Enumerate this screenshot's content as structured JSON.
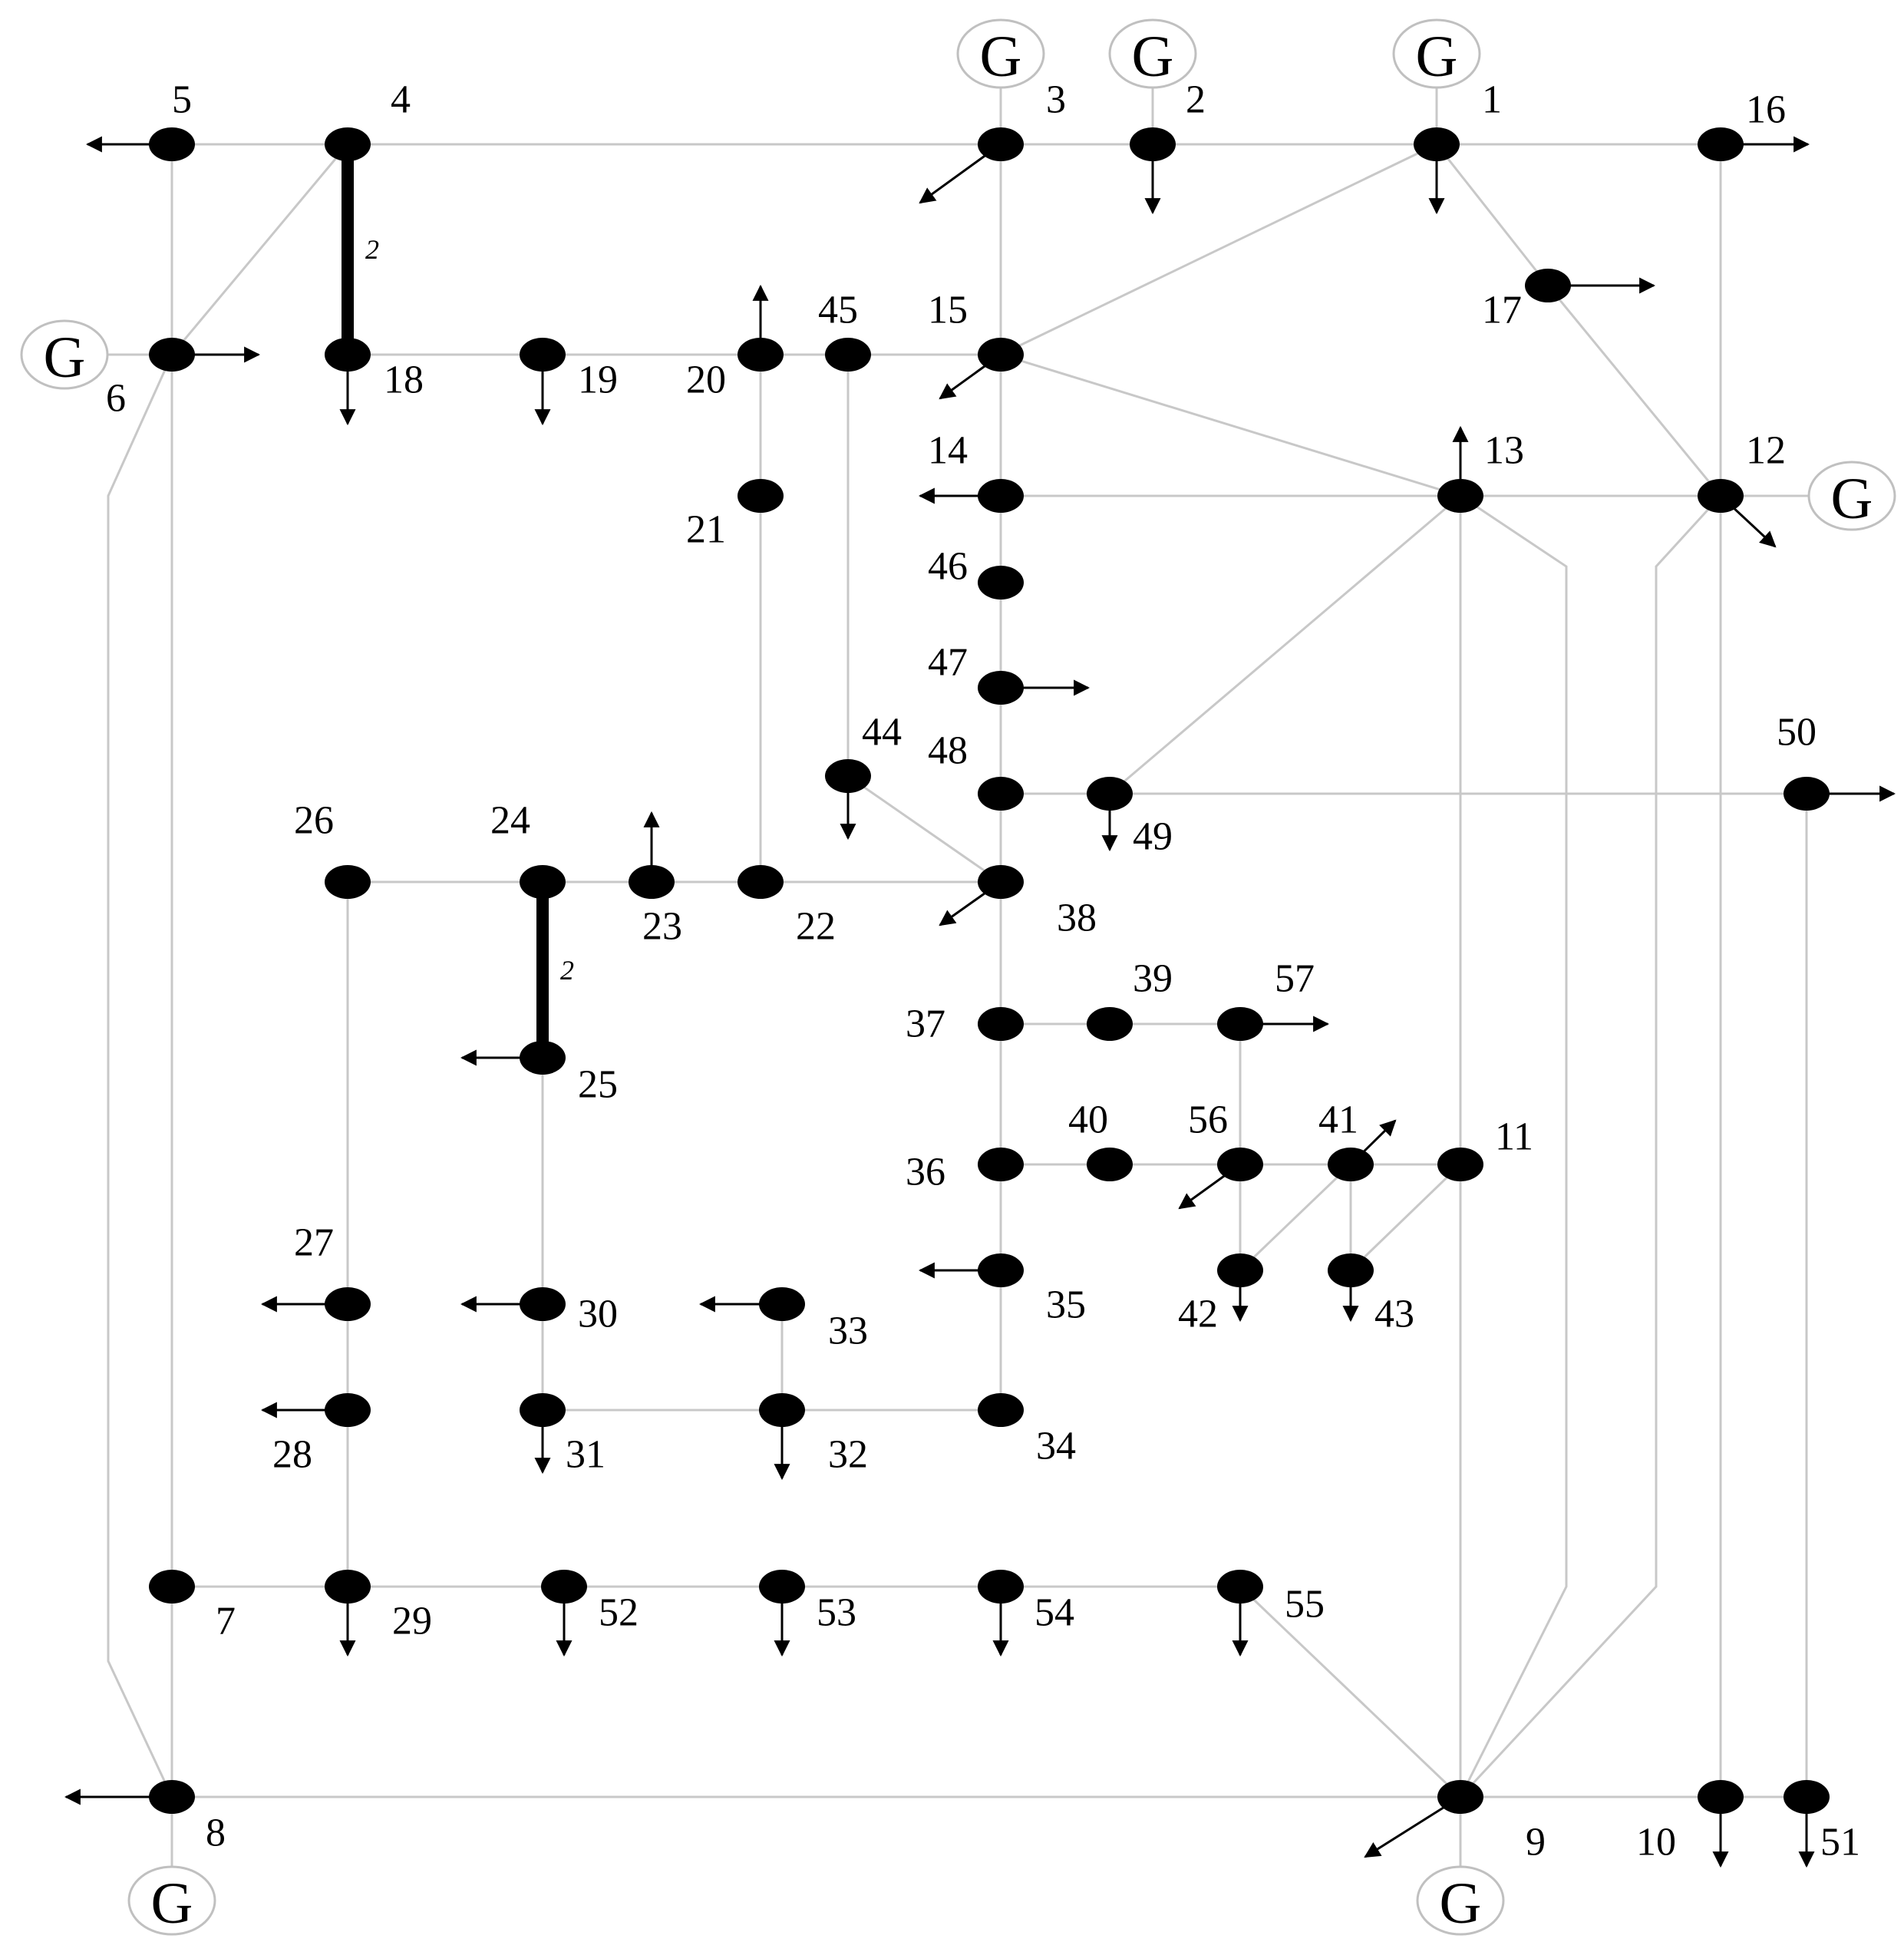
{
  "figure": {
    "generator_symbol": "G",
    "transformer_label": "2"
  },
  "buses": [
    {
      "id": "1",
      "label": "1"
    },
    {
      "id": "2",
      "label": "2"
    },
    {
      "id": "3",
      "label": "3"
    },
    {
      "id": "4",
      "label": "4"
    },
    {
      "id": "5",
      "label": "5"
    },
    {
      "id": "6",
      "label": "6"
    },
    {
      "id": "7",
      "label": "7"
    },
    {
      "id": "8",
      "label": "8"
    },
    {
      "id": "9",
      "label": "9"
    },
    {
      "id": "10",
      "label": "10"
    },
    {
      "id": "11",
      "label": "11"
    },
    {
      "id": "12",
      "label": "12"
    },
    {
      "id": "13",
      "label": "13"
    },
    {
      "id": "14",
      "label": "14"
    },
    {
      "id": "15",
      "label": "15"
    },
    {
      "id": "16",
      "label": "16"
    },
    {
      "id": "17",
      "label": "17"
    },
    {
      "id": "18",
      "label": "18"
    },
    {
      "id": "19",
      "label": "19"
    },
    {
      "id": "20",
      "label": "20"
    },
    {
      "id": "21",
      "label": "21"
    },
    {
      "id": "22",
      "label": "22"
    },
    {
      "id": "23",
      "label": "23"
    },
    {
      "id": "24",
      "label": "24"
    },
    {
      "id": "25",
      "label": "25"
    },
    {
      "id": "26",
      "label": "26"
    },
    {
      "id": "27",
      "label": "27"
    },
    {
      "id": "28",
      "label": "28"
    },
    {
      "id": "29",
      "label": "29"
    },
    {
      "id": "30",
      "label": "30"
    },
    {
      "id": "31",
      "label": "31"
    },
    {
      "id": "32",
      "label": "32"
    },
    {
      "id": "33",
      "label": "33"
    },
    {
      "id": "34",
      "label": "34"
    },
    {
      "id": "35",
      "label": "35"
    },
    {
      "id": "36",
      "label": "36"
    },
    {
      "id": "37",
      "label": "37"
    },
    {
      "id": "38",
      "label": "38"
    },
    {
      "id": "39",
      "label": "39"
    },
    {
      "id": "40",
      "label": "40"
    },
    {
      "id": "41",
      "label": "41"
    },
    {
      "id": "42",
      "label": "42"
    },
    {
      "id": "43",
      "label": "43"
    },
    {
      "id": "44",
      "label": "44"
    },
    {
      "id": "45",
      "label": "45"
    },
    {
      "id": "46",
      "label": "46"
    },
    {
      "id": "47",
      "label": "47"
    },
    {
      "id": "48",
      "label": "48"
    },
    {
      "id": "49",
      "label": "49"
    },
    {
      "id": "50",
      "label": "50"
    },
    {
      "id": "51",
      "label": "51"
    },
    {
      "id": "52",
      "label": "52"
    },
    {
      "id": "53",
      "label": "53"
    },
    {
      "id": "54",
      "label": "54"
    },
    {
      "id": "55",
      "label": "55"
    },
    {
      "id": "56",
      "label": "56"
    },
    {
      "id": "57",
      "label": "57"
    }
  ],
  "generators": [
    {
      "bus": "1",
      "label": "G"
    },
    {
      "bus": "2",
      "label": "G"
    },
    {
      "bus": "3",
      "label": "G"
    },
    {
      "bus": "6",
      "label": "G"
    },
    {
      "bus": "8",
      "label": "G"
    },
    {
      "bus": "9",
      "label": "G"
    },
    {
      "bus": "12",
      "label": "G"
    }
  ],
  "transformers": [
    {
      "from": "4",
      "to": "18",
      "label": "2"
    },
    {
      "from": "24",
      "to": "25",
      "label": "2"
    }
  ],
  "branches": [
    [
      "5",
      "4"
    ],
    [
      "4",
      "3"
    ],
    [
      "3",
      "2"
    ],
    [
      "2",
      "1"
    ],
    [
      "1",
      "16"
    ],
    [
      "5",
      "6"
    ],
    [
      "4",
      "6"
    ],
    [
      "6",
      "7"
    ],
    [
      "7",
      "8"
    ],
    [
      "6",
      "8"
    ],
    [
      "8",
      "9"
    ],
    [
      "9",
      "10"
    ],
    [
      "10",
      "51"
    ],
    [
      "3",
      "15"
    ],
    [
      "1",
      "15"
    ],
    [
      "1",
      "17"
    ],
    [
      "17",
      "12"
    ],
    [
      "16",
      "10"
    ],
    [
      "12",
      "9"
    ],
    [
      "18",
      "19"
    ],
    [
      "19",
      "20"
    ],
    [
      "20",
      "45"
    ],
    [
      "45",
      "15"
    ],
    [
      "20",
      "21"
    ],
    [
      "21",
      "22"
    ],
    [
      "45",
      "44"
    ],
    [
      "44",
      "38"
    ],
    [
      "15",
      "14"
    ],
    [
      "15",
      "13"
    ],
    [
      "14",
      "13"
    ],
    [
      "13",
      "12"
    ],
    [
      "13",
      "9"
    ],
    [
      "13",
      "11"
    ],
    [
      "11",
      "9"
    ],
    [
      "13",
      "49"
    ],
    [
      "14",
      "46"
    ],
    [
      "46",
      "47"
    ],
    [
      "47",
      "48"
    ],
    [
      "48",
      "49"
    ],
    [
      "49",
      "50"
    ],
    [
      "50",
      "51"
    ],
    [
      "48",
      "38"
    ],
    [
      "26",
      "24"
    ],
    [
      "24",
      "23"
    ],
    [
      "23",
      "22"
    ],
    [
      "22",
      "38"
    ],
    [
      "26",
      "27"
    ],
    [
      "27",
      "28"
    ],
    [
      "28",
      "29"
    ],
    [
      "7",
      "29"
    ],
    [
      "29",
      "52"
    ],
    [
      "52",
      "53"
    ],
    [
      "53",
      "54"
    ],
    [
      "54",
      "55"
    ],
    [
      "55",
      "9"
    ],
    [
      "25",
      "30"
    ],
    [
      "30",
      "31"
    ],
    [
      "31",
      "32"
    ],
    [
      "32",
      "34"
    ],
    [
      "32",
      "33"
    ],
    [
      "34",
      "35"
    ],
    [
      "35",
      "36"
    ],
    [
      "36",
      "37"
    ],
    [
      "37",
      "38"
    ],
    [
      "37",
      "39"
    ],
    [
      "39",
      "57"
    ],
    [
      "57",
      "56"
    ],
    [
      "36",
      "40"
    ],
    [
      "40",
      "56"
    ],
    [
      "56",
      "41"
    ],
    [
      "41",
      "11"
    ],
    [
      "56",
      "42"
    ],
    [
      "41",
      "42"
    ],
    [
      "41",
      "43"
    ],
    [
      "43",
      "11"
    ]
  ]
}
